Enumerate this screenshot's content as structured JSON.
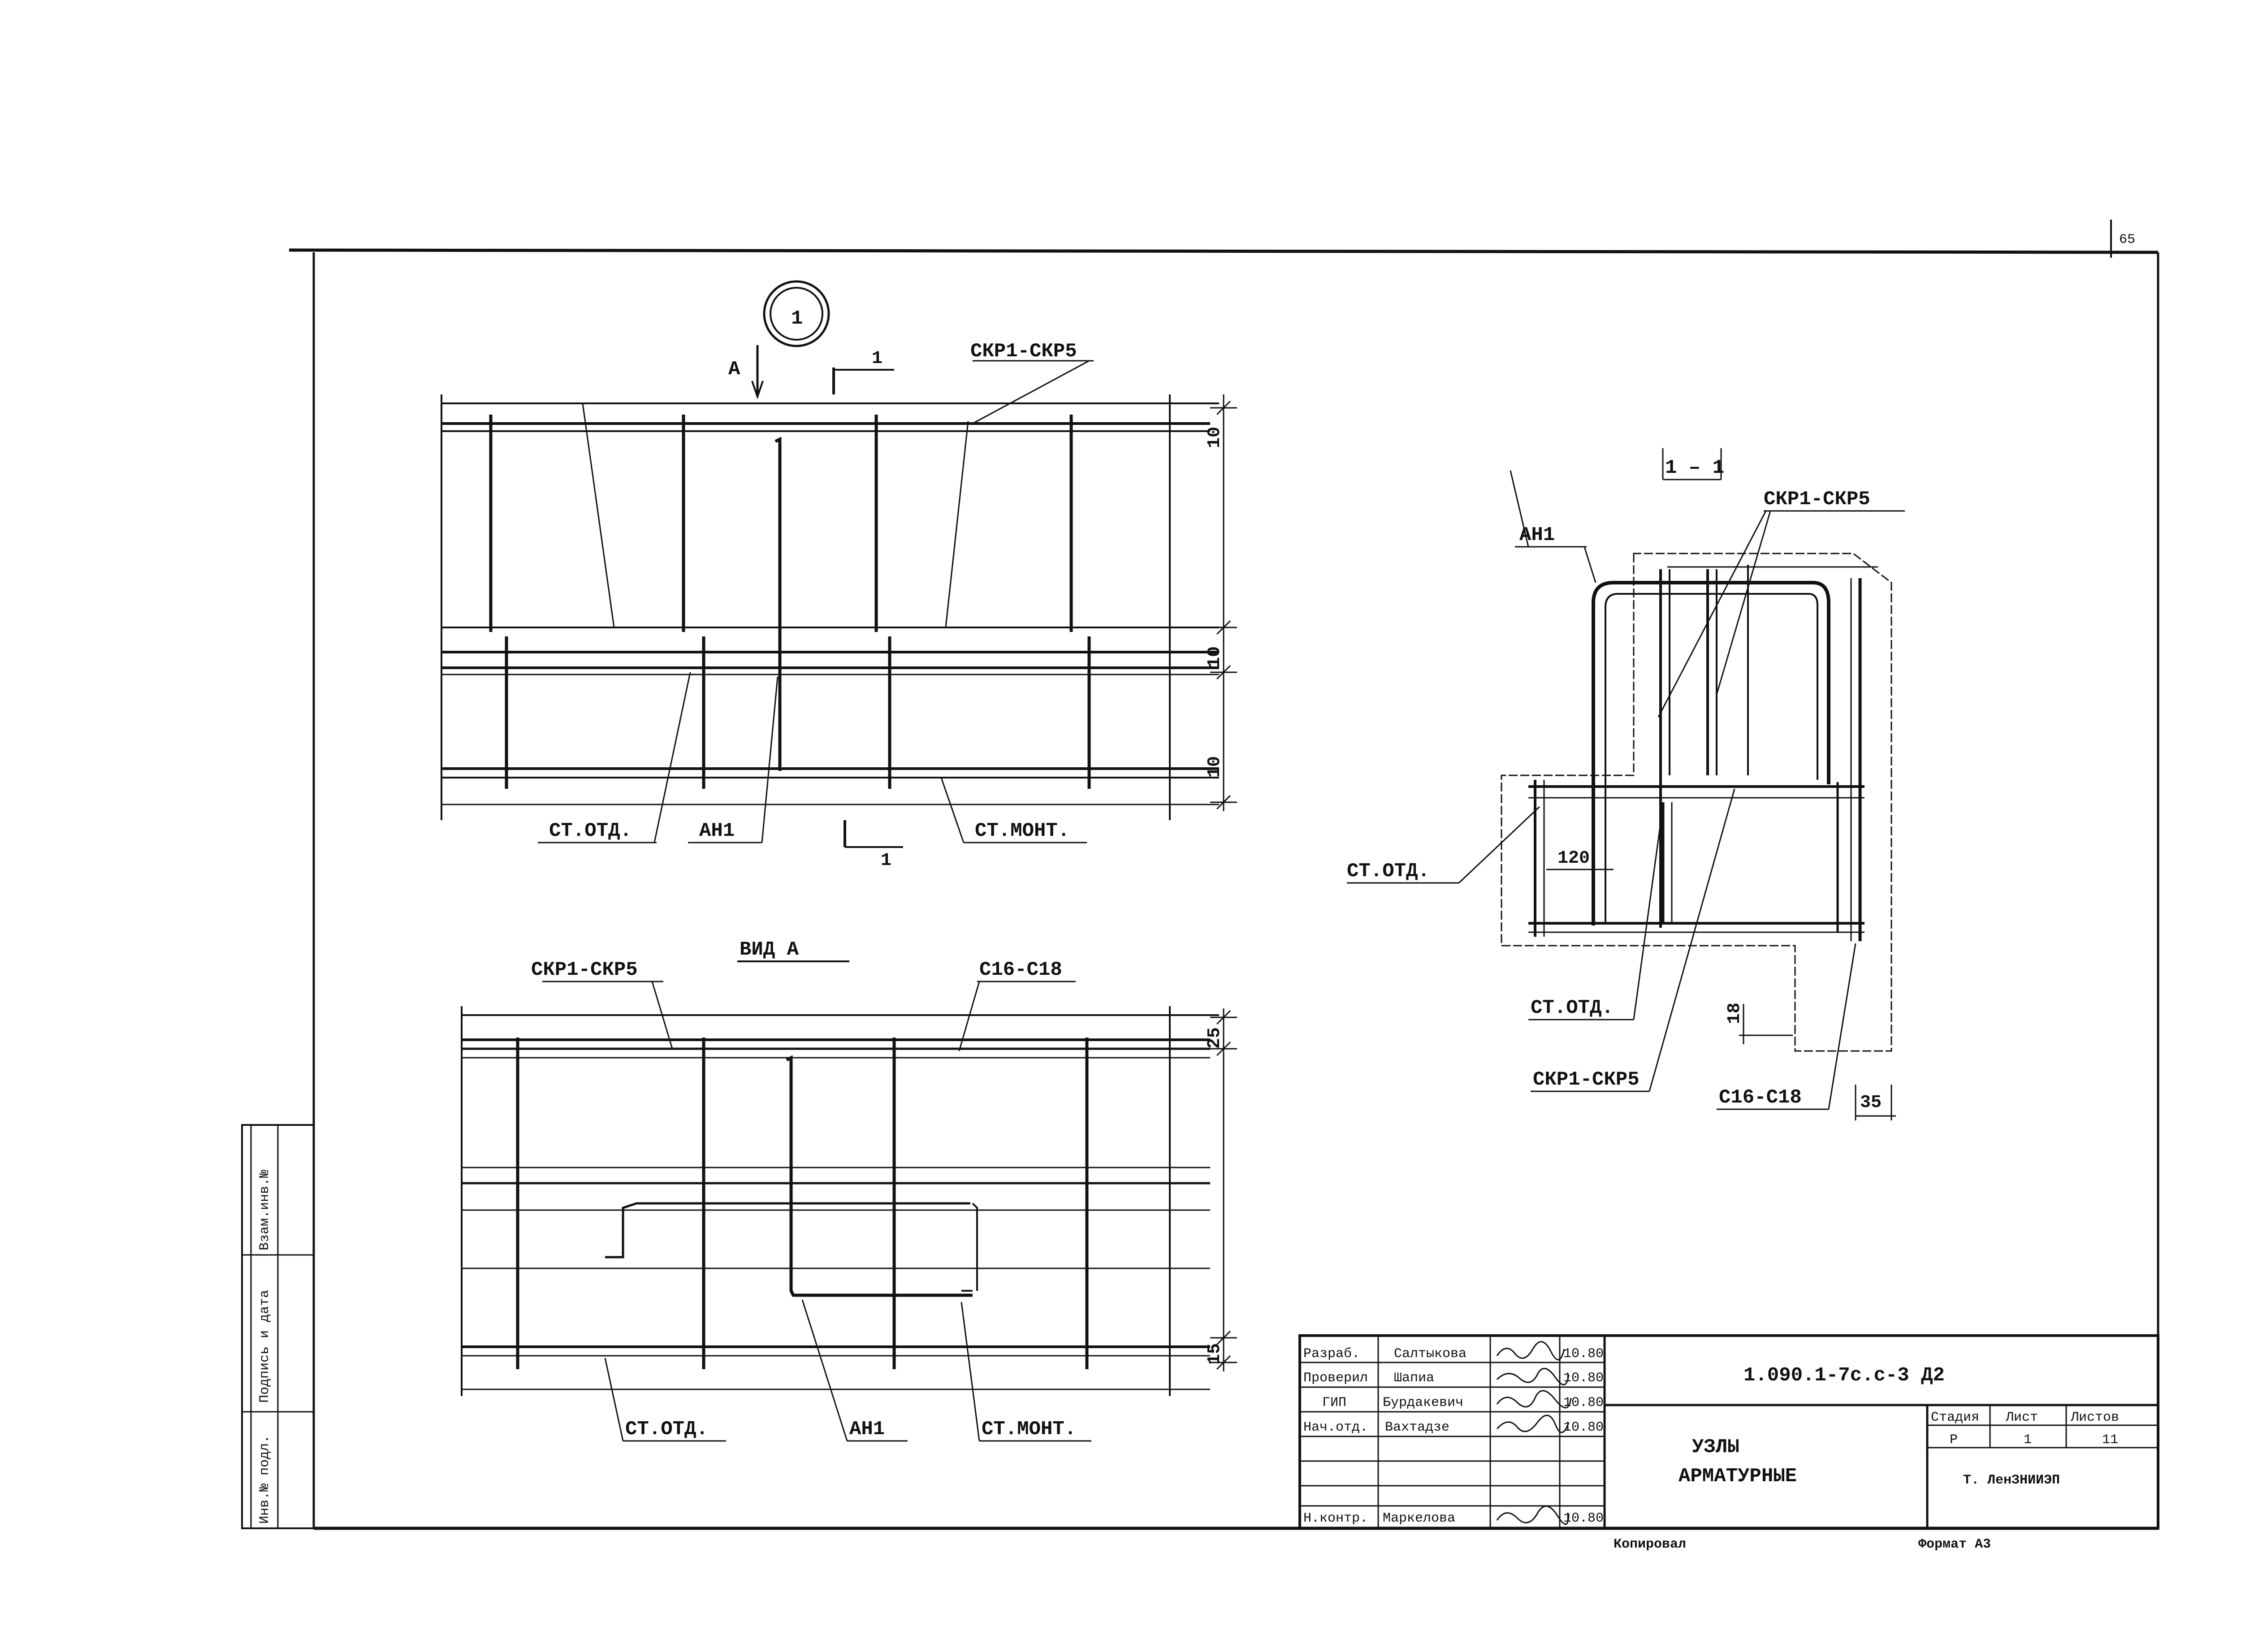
{
  "sheet": {
    "page_number": "65",
    "format": "Формат А3",
    "copied_by": "Копировал"
  },
  "view_main": {
    "node_number": "1",
    "view_arrow": "А",
    "section_mark": "1",
    "labels": {
      "skr_top": "СКР1-СКР5",
      "st_otd": "СТ.ОТД.",
      "an": "АН1",
      "st_mont": "СТ.МОНТ."
    },
    "dims": [
      "10",
      "10",
      "10"
    ]
  },
  "view_a": {
    "title": "ВИД  А",
    "labels": {
      "skr": "СКР1-СКР5",
      "c": "С16-С18",
      "st_otd": "СТ.ОТД.",
      "an": "АН1",
      "st_mont": "СТ.МОНТ."
    },
    "dims": [
      "25",
      "15"
    ]
  },
  "section": {
    "title": "1 – 1",
    "labels": {
      "an": "АН1",
      "skr_top": "СКР1-СКР5",
      "st_otd_left": "СТ.ОТД.",
      "dim_120": "120",
      "st_otd_bottom": "СТ.ОТД.",
      "skr_bottom": "СКР1-СКР5",
      "c": "С16-С18",
      "dim_18": "18",
      "dim_35": "35"
    }
  },
  "margin_stamp": {
    "cells": [
      "Инв.№ подл.",
      "Подпись и дата",
      "Взам.инв.№"
    ]
  },
  "title_block": {
    "code": "1.090.1-7с.с-3 Д2",
    "title_line1": "УЗЛЫ",
    "title_line2": "АРМАТУРНЫЕ",
    "stage_header": "Стадия",
    "sheet_header": "Лист",
    "sheets_header": "Листов",
    "stage": "Р",
    "sheet_no": "1",
    "sheets_total": "11",
    "org": "Т. ЛенЗНИИЭП",
    "rows": [
      {
        "role": "Разраб.",
        "name": "Салтыкова",
        "date": "10.80"
      },
      {
        "role": "Проверил",
        "name": "Шапиа",
        "date": "10.80"
      },
      {
        "role": "ГИП",
        "name": "Бурдакевич",
        "date": "10.80"
      },
      {
        "role": "Нач.отд.",
        "name": "Вахтадзе",
        "date": "10.80"
      },
      {
        "role": "",
        "name": "",
        "date": ""
      },
      {
        "role": "",
        "name": "",
        "date": ""
      },
      {
        "role": "Н.контр.",
        "name": "Маркелова",
        "date": "10.80"
      }
    ]
  }
}
